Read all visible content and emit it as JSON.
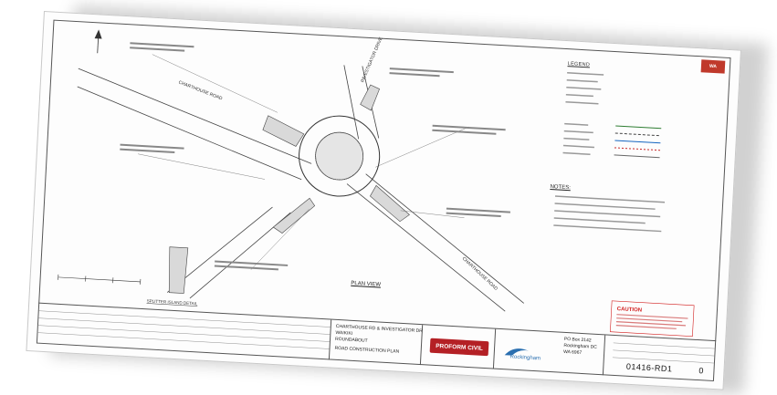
{
  "sheet": {
    "legend_heading": "LEGEND",
    "notes_heading": "NOTES:",
    "caution_heading": "CAUTION",
    "plan_view_label": "PLAN VIEW",
    "road_labels": [
      "CHARTHOUSE ROAD",
      "INVESTIGATOR DRIVE",
      "CHARTHOUSE ROAD"
    ],
    "section_label": "SPLITTER ISLAND DETAIL"
  },
  "title_block": {
    "project_line1": "CHARTHOUSE RD & INVESTIGATOR DR",
    "project_line2": "WAIKIKI",
    "project_line3": "ROUNDABOUT",
    "sheet_title": "ROAD CONSTRUCTION PLAN",
    "consultant_logo": "PROFORM CIVIL",
    "council_name": "Rockingham",
    "address_line1": "PO Box 2142",
    "address_line2": "Rockingham DC",
    "address_line3": "WA 6967",
    "drawing_number": "01416-RD1",
    "revision": "0"
  },
  "colors": {
    "accent_red": "#b42025",
    "council_blue": "#2a6fb0",
    "linework": "#333333"
  }
}
